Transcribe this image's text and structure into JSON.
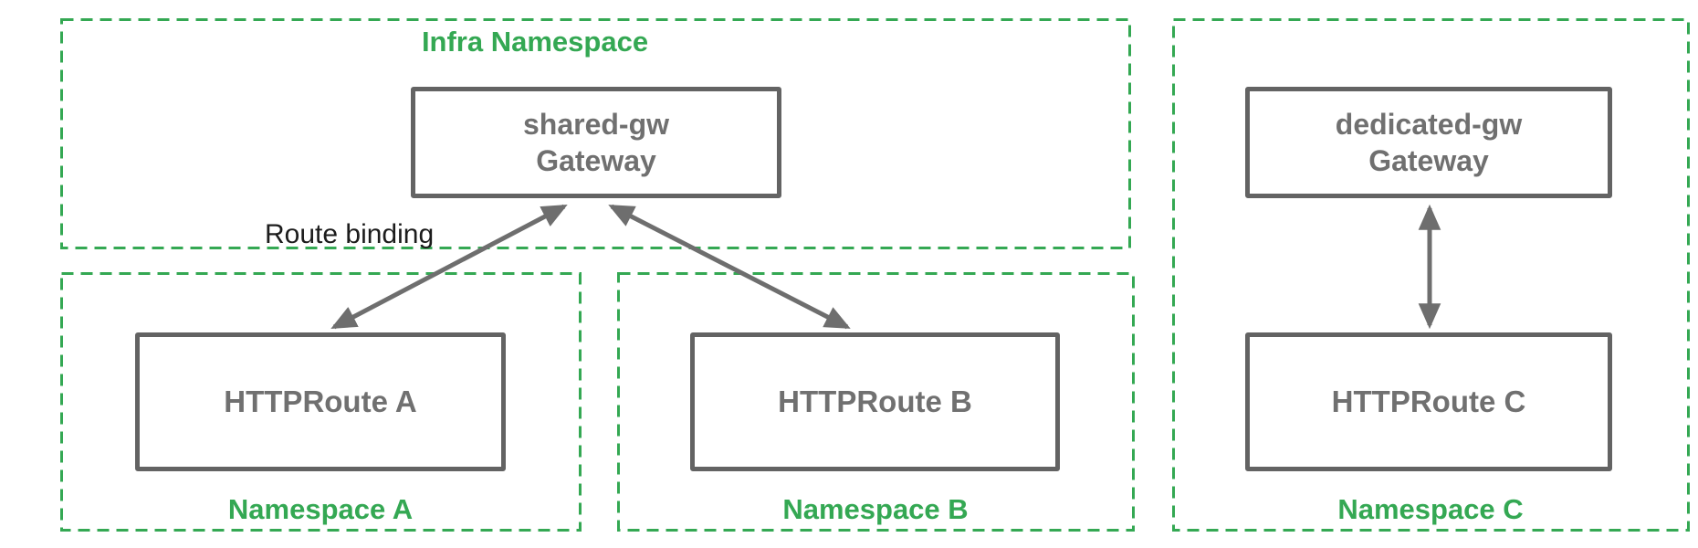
{
  "diagram": {
    "infra_namespace": {
      "label": "Infra Namespace"
    },
    "shared_gateway": {
      "name": "shared-gw",
      "kind": "Gateway"
    },
    "dedicated_gateway": {
      "name": "dedicated-gw",
      "kind": "Gateway"
    },
    "route_binding_label": "Route binding",
    "namespace_a": {
      "label": "Namespace A",
      "route": "HTTPRoute A"
    },
    "namespace_b": {
      "label": "Namespace B",
      "route": "HTTPRoute B"
    },
    "namespace_c": {
      "label": "Namespace C",
      "route": "HTTPRoute C"
    },
    "colors": {
      "namespace_green": "#34a853",
      "node_border_gray": "#636363",
      "node_text_gray": "#707070",
      "arrow_gray": "#6e6e6e",
      "annotation_black": "#1c1c1c"
    }
  }
}
